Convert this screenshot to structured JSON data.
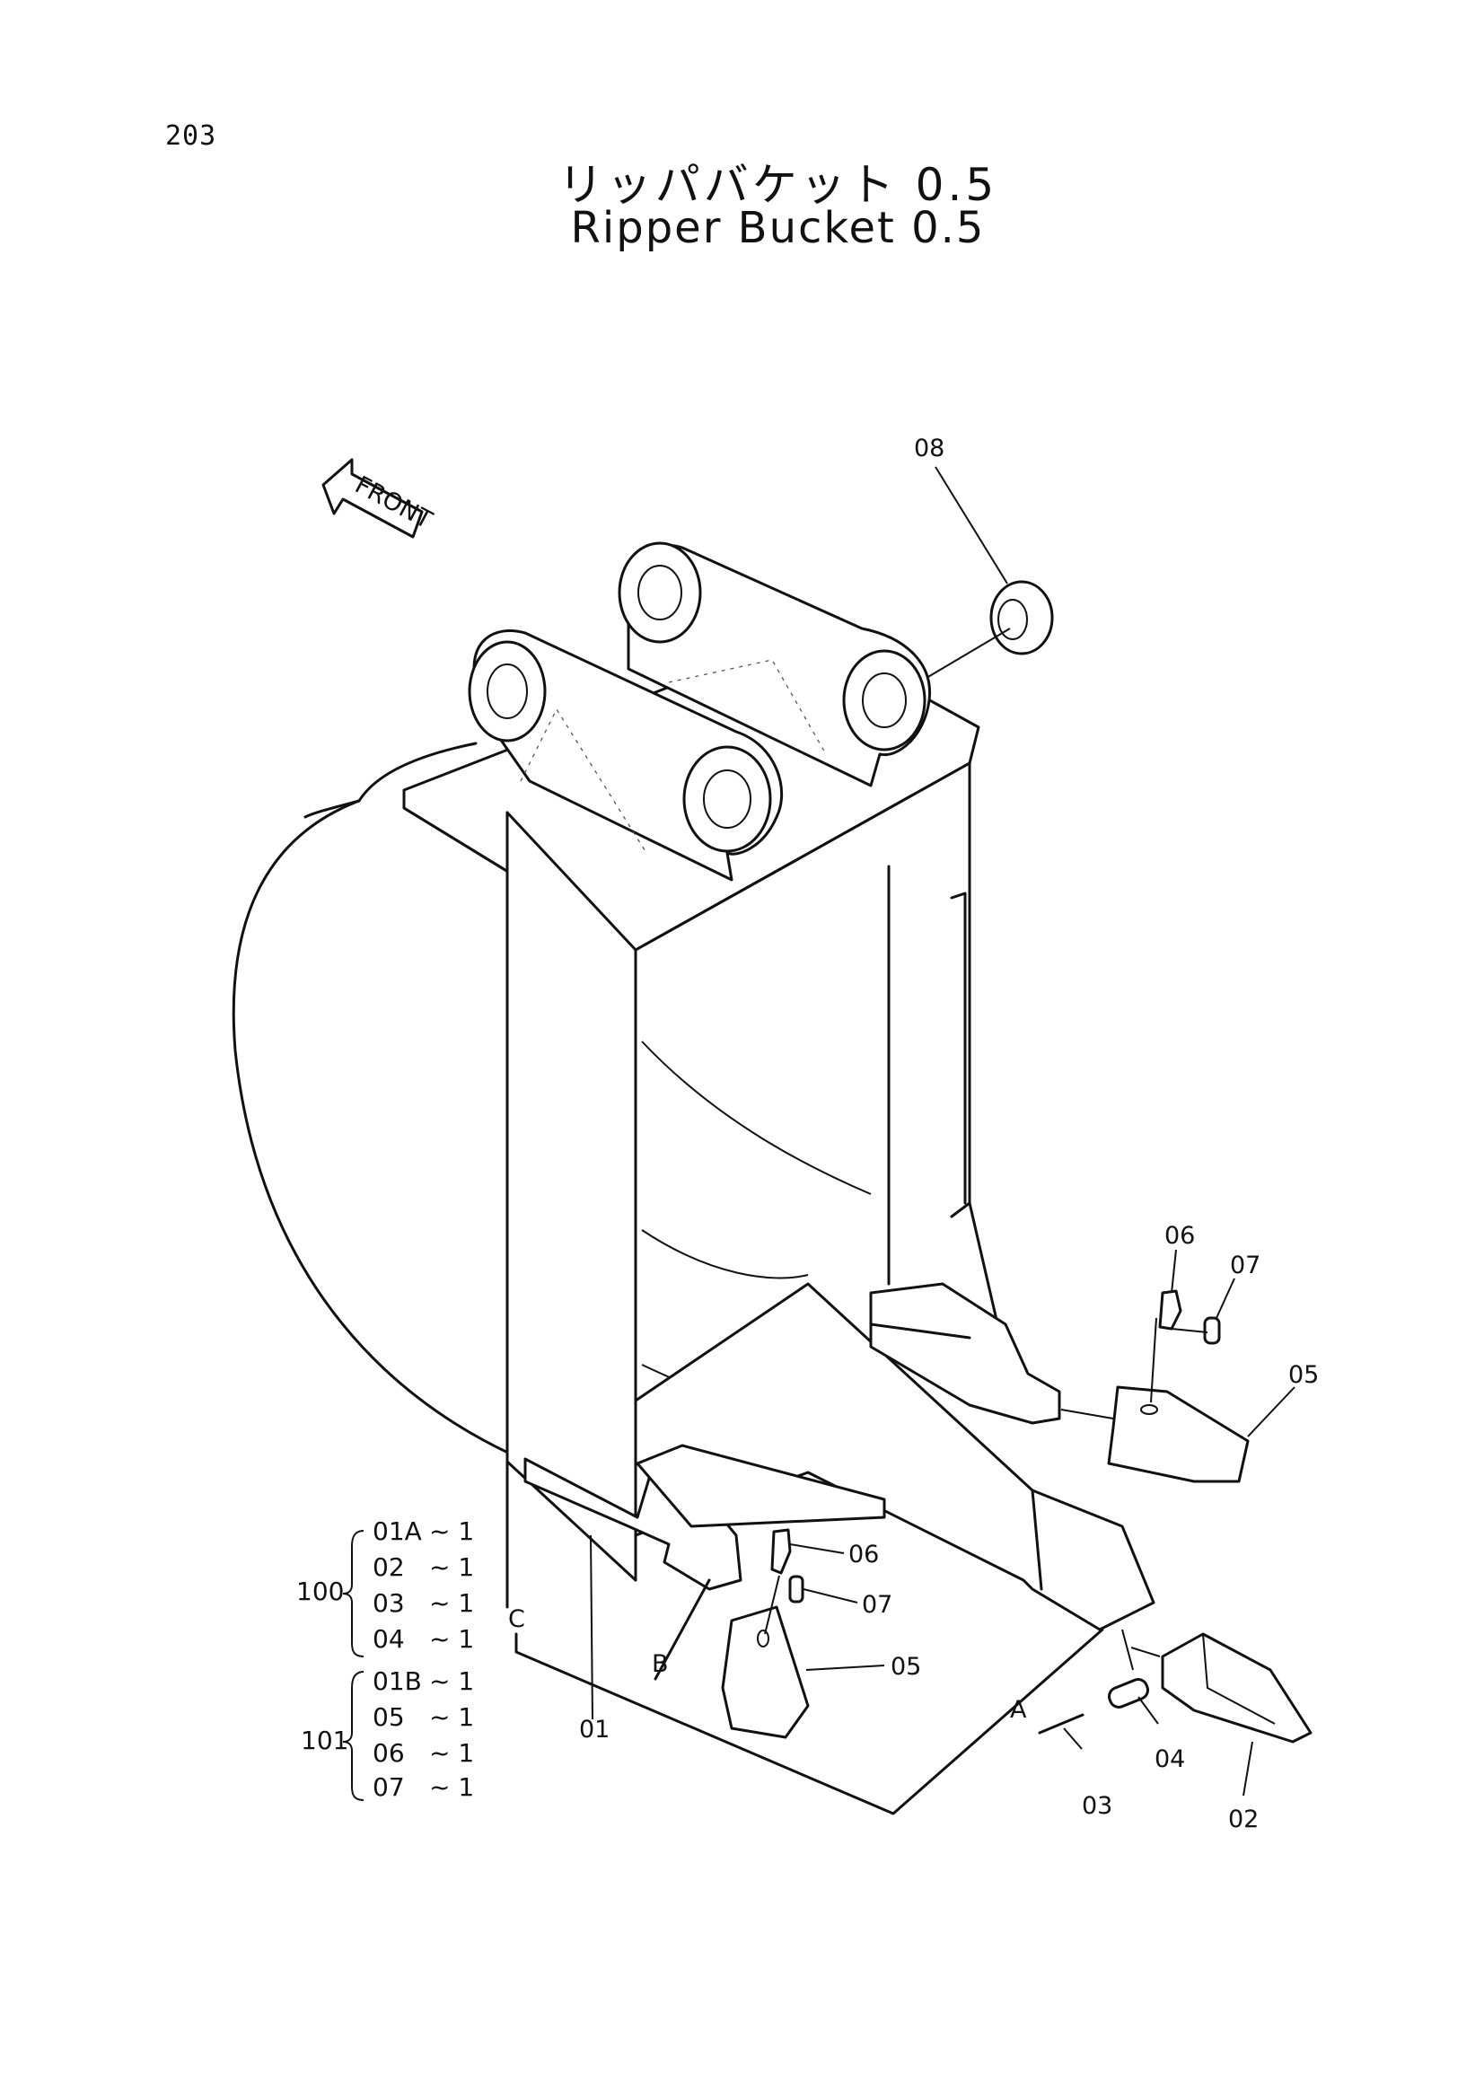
{
  "page_number": "203",
  "title": {
    "japanese": "リッパバケット 0.5",
    "english": "Ripper Bucket 0.5"
  },
  "front_arrow": {
    "label": "FRONT"
  },
  "callouts": {
    "p08": "08",
    "p06a": "06",
    "p07a": "07",
    "p05a": "05",
    "p06b": "06",
    "p07b": "07",
    "p05b": "05",
    "p01": "01",
    "p02": "02",
    "p03": "03",
    "p04": "04",
    "ref_A": "A",
    "ref_B": "B",
    "ref_C": "C"
  },
  "bom": {
    "group100": {
      "id": "100",
      "items": [
        {
          "part": "01A",
          "qty": "~ 1"
        },
        {
          "part": "02",
          "qty": "~ 1"
        },
        {
          "part": "03",
          "qty": "~ 1"
        },
        {
          "part": "04",
          "qty": "~ 1"
        }
      ]
    },
    "group101": {
      "id": "101",
      "items": [
        {
          "part": "01B",
          "qty": "~ 1"
        },
        {
          "part": "05",
          "qty": "~ 1"
        },
        {
          "part": "06",
          "qty": "~ 1"
        },
        {
          "part": "07",
          "qty": "~ 1"
        }
      ]
    }
  },
  "colors": {
    "ink": "#111111",
    "paper": "#ffffff"
  }
}
